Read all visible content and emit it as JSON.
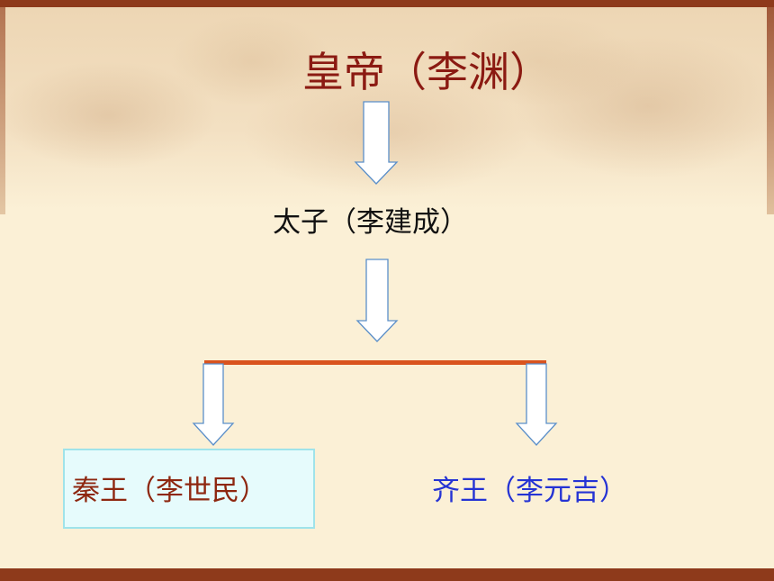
{
  "diagram": {
    "emperor": "皇帝（李渊）",
    "crown_prince": "太子（李建成）",
    "prince_qin": "秦王（李世民）",
    "prince_qi": "齐王（李元吉）"
  },
  "colors": {
    "emperor_text": "#8b1a12",
    "prince_qin_text": "#8e2710",
    "prince_qi_text": "#2533d4",
    "connector_line": "#d9531e",
    "arrow_stroke": "#5b8fc9",
    "frame": "#8e3a1b"
  }
}
